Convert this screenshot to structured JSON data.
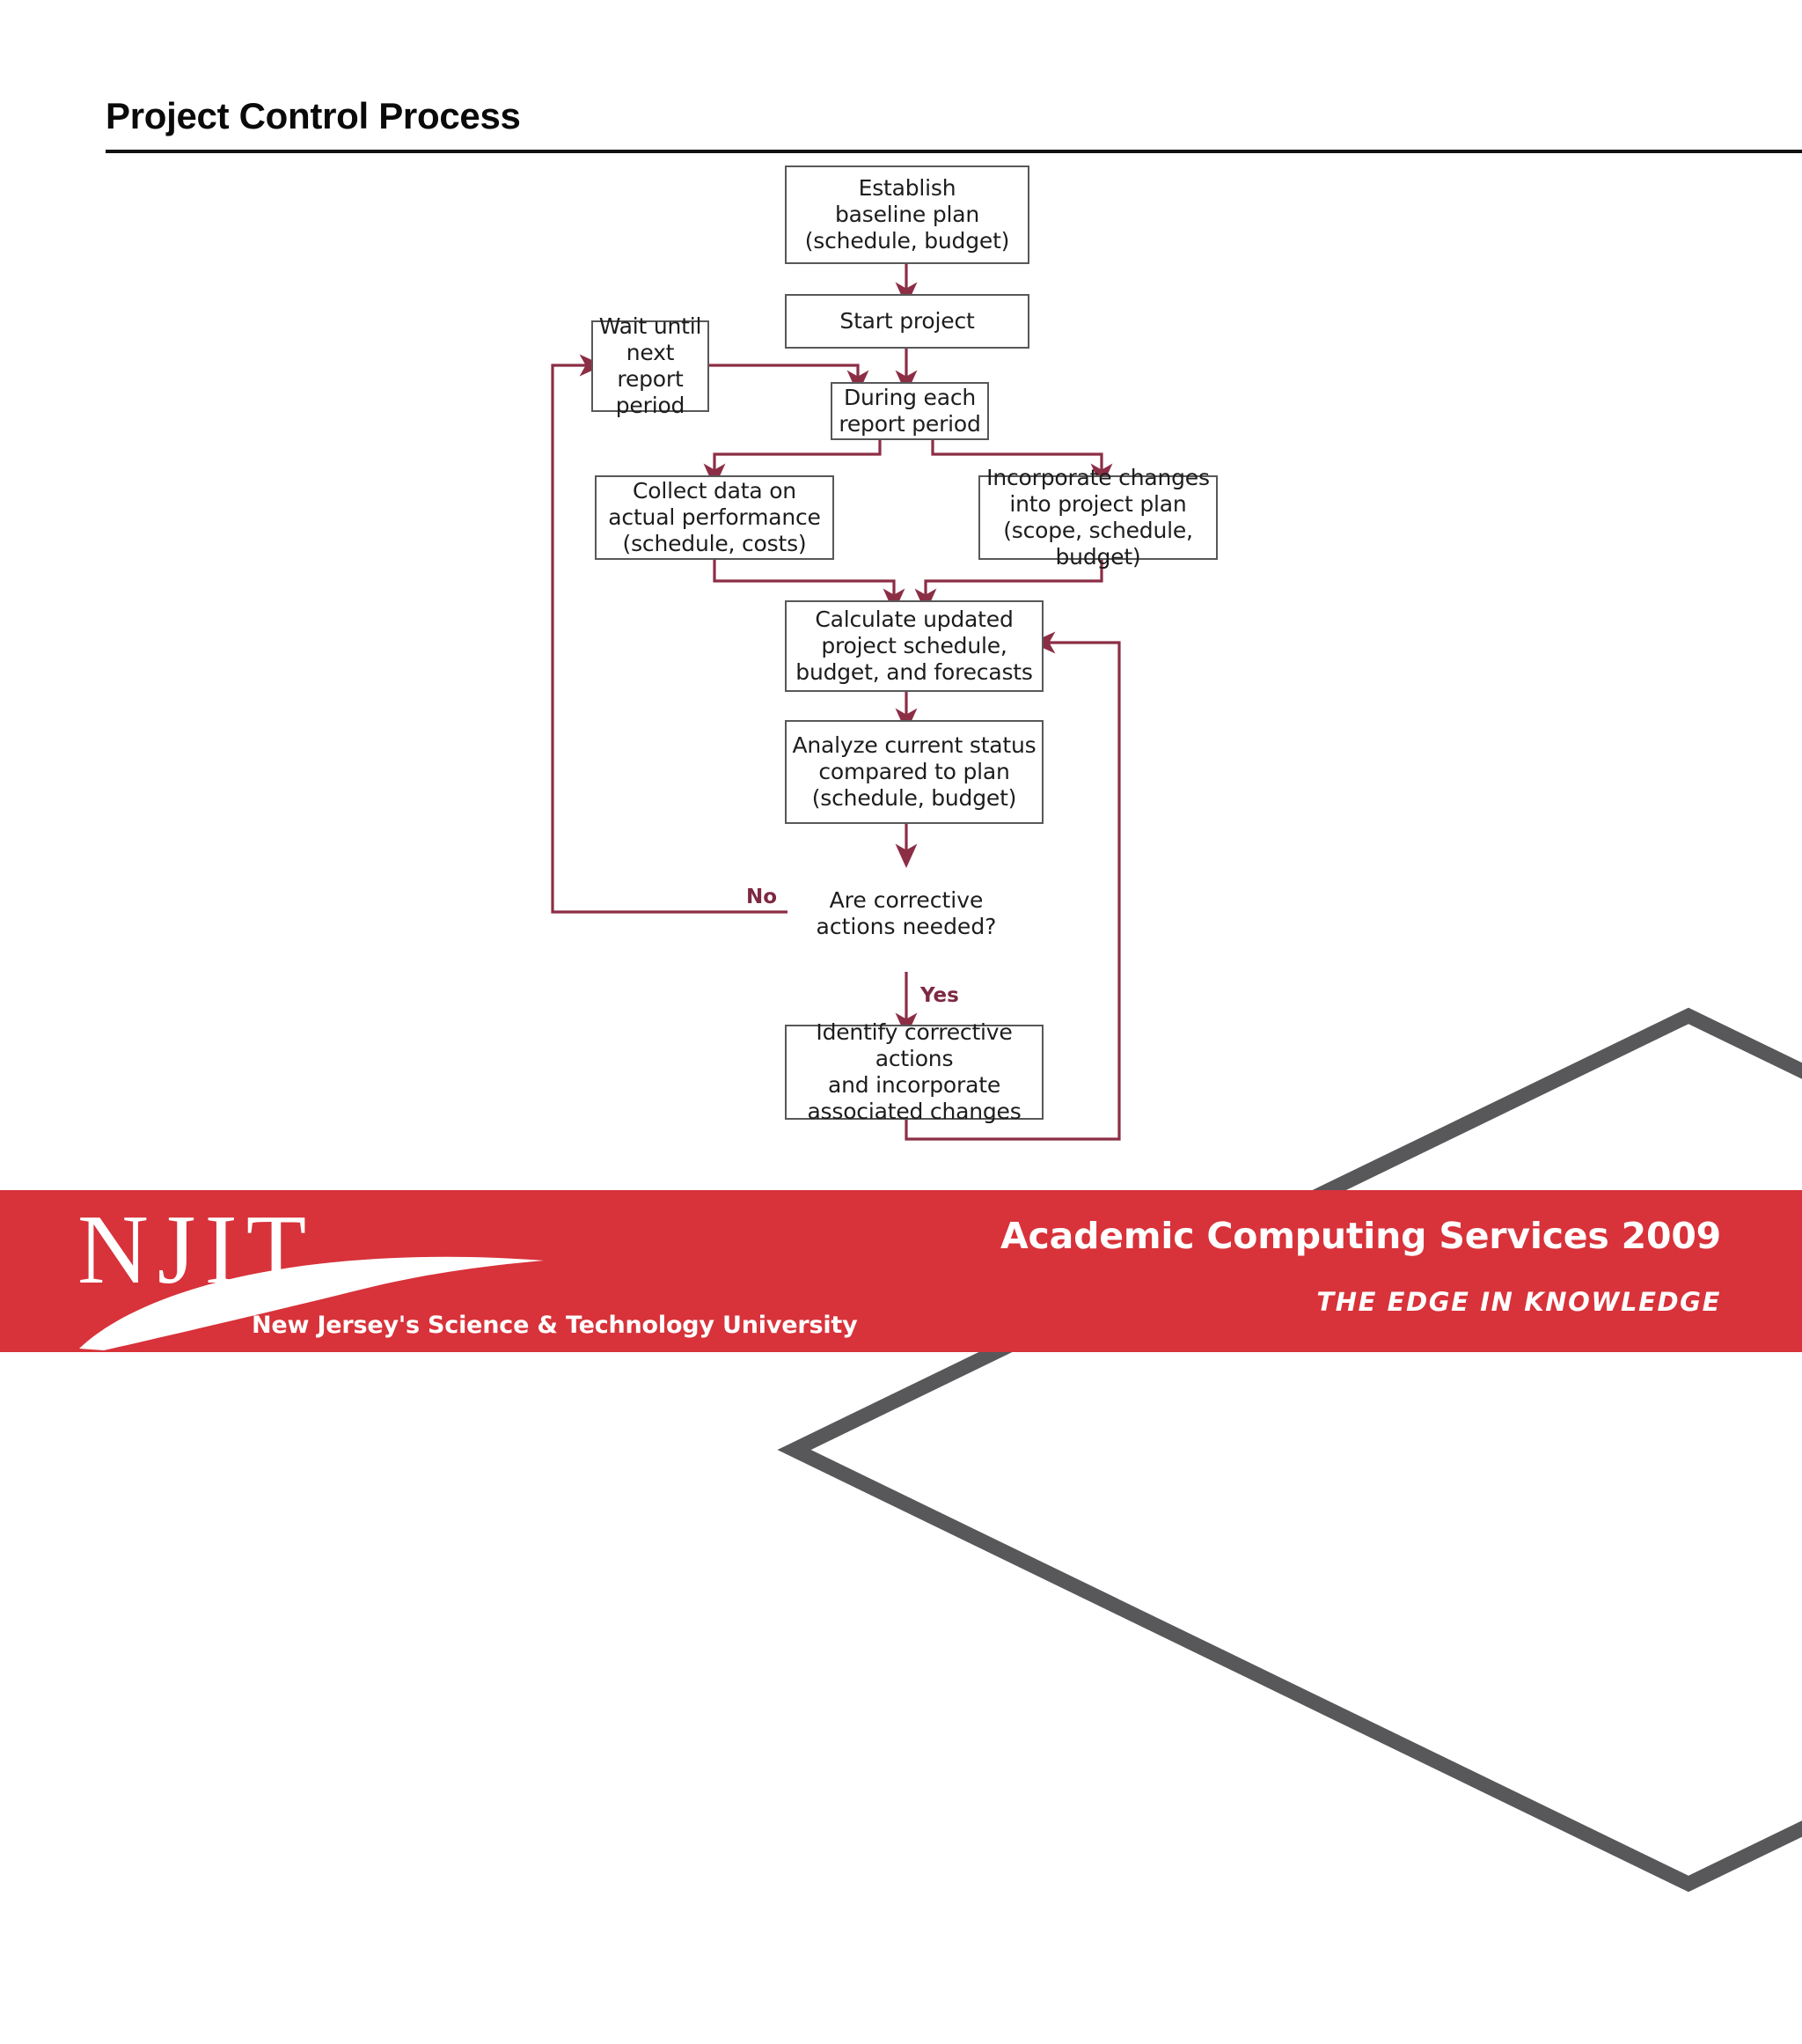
{
  "slide": {
    "title": "Project Control Process"
  },
  "flowchart": {
    "nodes": [
      {
        "id": "establish-baseline-plan",
        "lines": [
          "Establish",
          "baseline plan",
          "(schedule, budget)"
        ]
      },
      {
        "id": "start-project",
        "lines": [
          "Start project"
        ]
      },
      {
        "id": "wait-until-next-report-period",
        "lines": [
          "Wait until",
          "next report",
          "period"
        ]
      },
      {
        "id": "during-each-report-period",
        "lines": [
          "During each",
          "report period"
        ]
      },
      {
        "id": "collect-data-on-actual-performance",
        "lines": [
          "Collect data on",
          "actual performance",
          "(schedule, costs)"
        ]
      },
      {
        "id": "incorporate-changes-into-project-plan",
        "lines": [
          "Incorporate changes",
          "into project plan",
          "(scope, schedule, budget)"
        ]
      },
      {
        "id": "calculate-updated-project-schedule",
        "lines": [
          "Calculate updated",
          "project schedule,",
          "budget, and forecasts"
        ]
      },
      {
        "id": "analyze-current-status",
        "lines": [
          "Analyze current status",
          "compared to plan",
          "(schedule, budget)"
        ]
      },
      {
        "id": "identify-corrective-actions",
        "lines": [
          "Identify corrective actions",
          "and incorporate",
          "associated changes"
        ]
      }
    ],
    "decision": {
      "id": "are-corrective-actions-needed",
      "lines": [
        "Are corrective",
        "actions needed?"
      ]
    },
    "branch_labels": {
      "no": "No",
      "yes": "Yes"
    },
    "colors": {
      "connector": "#8c2e45",
      "node_border": "#58585a",
      "node_fill": "#ffffff",
      "text": "#1d1d1d",
      "branch_label": "#7d2942"
    }
  },
  "footer": {
    "brand": "NJIT",
    "tagline": "New Jersey's Science & Technology University",
    "credit": "Academic Computing Services 2009",
    "motto": "THE EDGE IN KNOWLEDGE",
    "background": "#d8323a"
  }
}
